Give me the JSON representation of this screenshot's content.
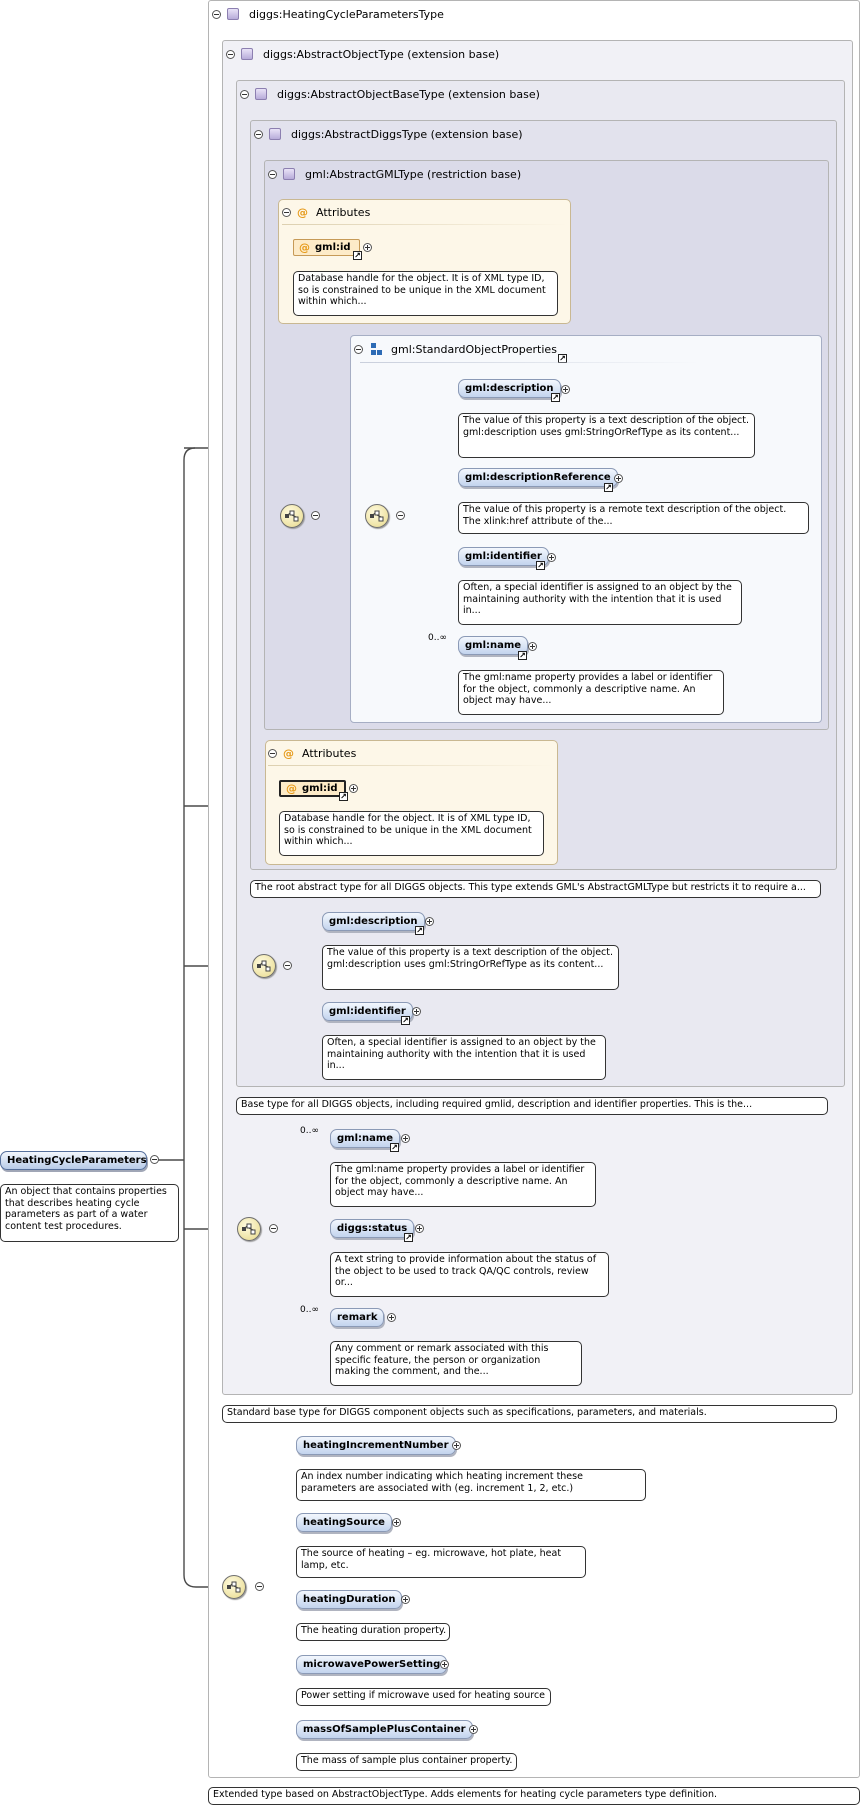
{
  "root": {
    "name": "HeatingCycleParameters",
    "doc": "An object that contains properties that describes heating cycle parameters as part of a water content test procedures."
  },
  "types": {
    "t0": "diggs:HeatingCycleParametersType",
    "t1": "diggs:AbstractObjectType (extension base)",
    "t2": "diggs:AbstractObjectBaseType (extension base)",
    "t3": "diggs:AbstractDiggsType (extension base)",
    "t4": "gml:AbstractGMLType (restriction base)"
  },
  "gml_group": {
    "title": "gml:StandardObjectProperties"
  },
  "attributes": {
    "inner": {
      "title": "Attributes",
      "attr": "gml:id",
      "doc": "Database handle for the object. It is of XML type ID, so is constrained to be unique in the XML document within which..."
    },
    "outer": {
      "title": "Attributes",
      "attr": "gml:id",
      "doc": "Database handle for the object. It is of XML type ID, so is constrained to be unique in the XML document within which..."
    }
  },
  "std_props": [
    {
      "name": "gml:description",
      "doc": "The value of this property is a text description of the object. gml:description uses gml:StringOrRefType as its content..."
    },
    {
      "name": "gml:descriptionReference",
      "doc": "The value of this property is a remote text description of the object. The xlink:href attribute of the..."
    },
    {
      "name": "gml:identifier",
      "doc": "Often, a special identifier is assigned to an object by the maintaining authority with the intention that it is used in..."
    },
    {
      "name": "gml:name",
      "card": "0..∞",
      "doc": "The gml:name property provides a label or identifier for the object, commonly a descriptive name. An object may have..."
    }
  ],
  "diggs_type_doc": "The root abstract type for all DIGGS objects. This type extends GML's AbstractGMLType but restricts it to require a...",
  "base_props": [
    {
      "name": "gml:description",
      "doc": "The value of this property is a text description of the object. gml:description uses gml:StringOrRefType as its content..."
    },
    {
      "name": "gml:identifier",
      "doc": "Often, a special identifier is assigned to an object by the maintaining authority with the intention that it is used in..."
    }
  ],
  "base_type_doc": "Base type for all DIGGS objects, including required gmlid, description and identifier properties. This is the...",
  "object_props": [
    {
      "name": "gml:name",
      "card": "0..∞",
      "doc": "The gml:name property provides a label or identifier for the object, commonly a descriptive name. An object may have..."
    },
    {
      "name": "diggs:status",
      "doc": "A text string to provide information about the status of the object to be used to track QA/QC controls, review or..."
    },
    {
      "name": "remark",
      "card": "0..∞",
      "doc": "Any comment or remark associated with this specific feature, the person or organization making the comment, and the..."
    }
  ],
  "object_type_doc": "Standard base type for DIGGS component objects such as specifications, parameters, and materials.",
  "heating_props": [
    {
      "name": "heatingIncrementNumber",
      "doc": "An index number indicating which heating increment these parameters are associated with (eg. increment 1, 2, etc.)"
    },
    {
      "name": "heatingSource",
      "doc": "The source of heating – eg. microwave, hot plate, heat lamp, etc."
    },
    {
      "name": "heatingDuration",
      "doc": "The heating duration property."
    },
    {
      "name": "microwavePowerSetting",
      "doc": "Power setting if microwave used for heating source"
    },
    {
      "name": "massOfSamplePlusContainer",
      "doc": "The mass of sample plus container property."
    }
  ],
  "extended_type_doc": "Extended type based on AbstractObjectType. Adds elements for heating cycle parameters type definition.",
  "colors": {
    "element_fill": "#c3d4ee",
    "attribute_fill": "#fdebc8",
    "compositor_fill": "#e7d98a"
  }
}
